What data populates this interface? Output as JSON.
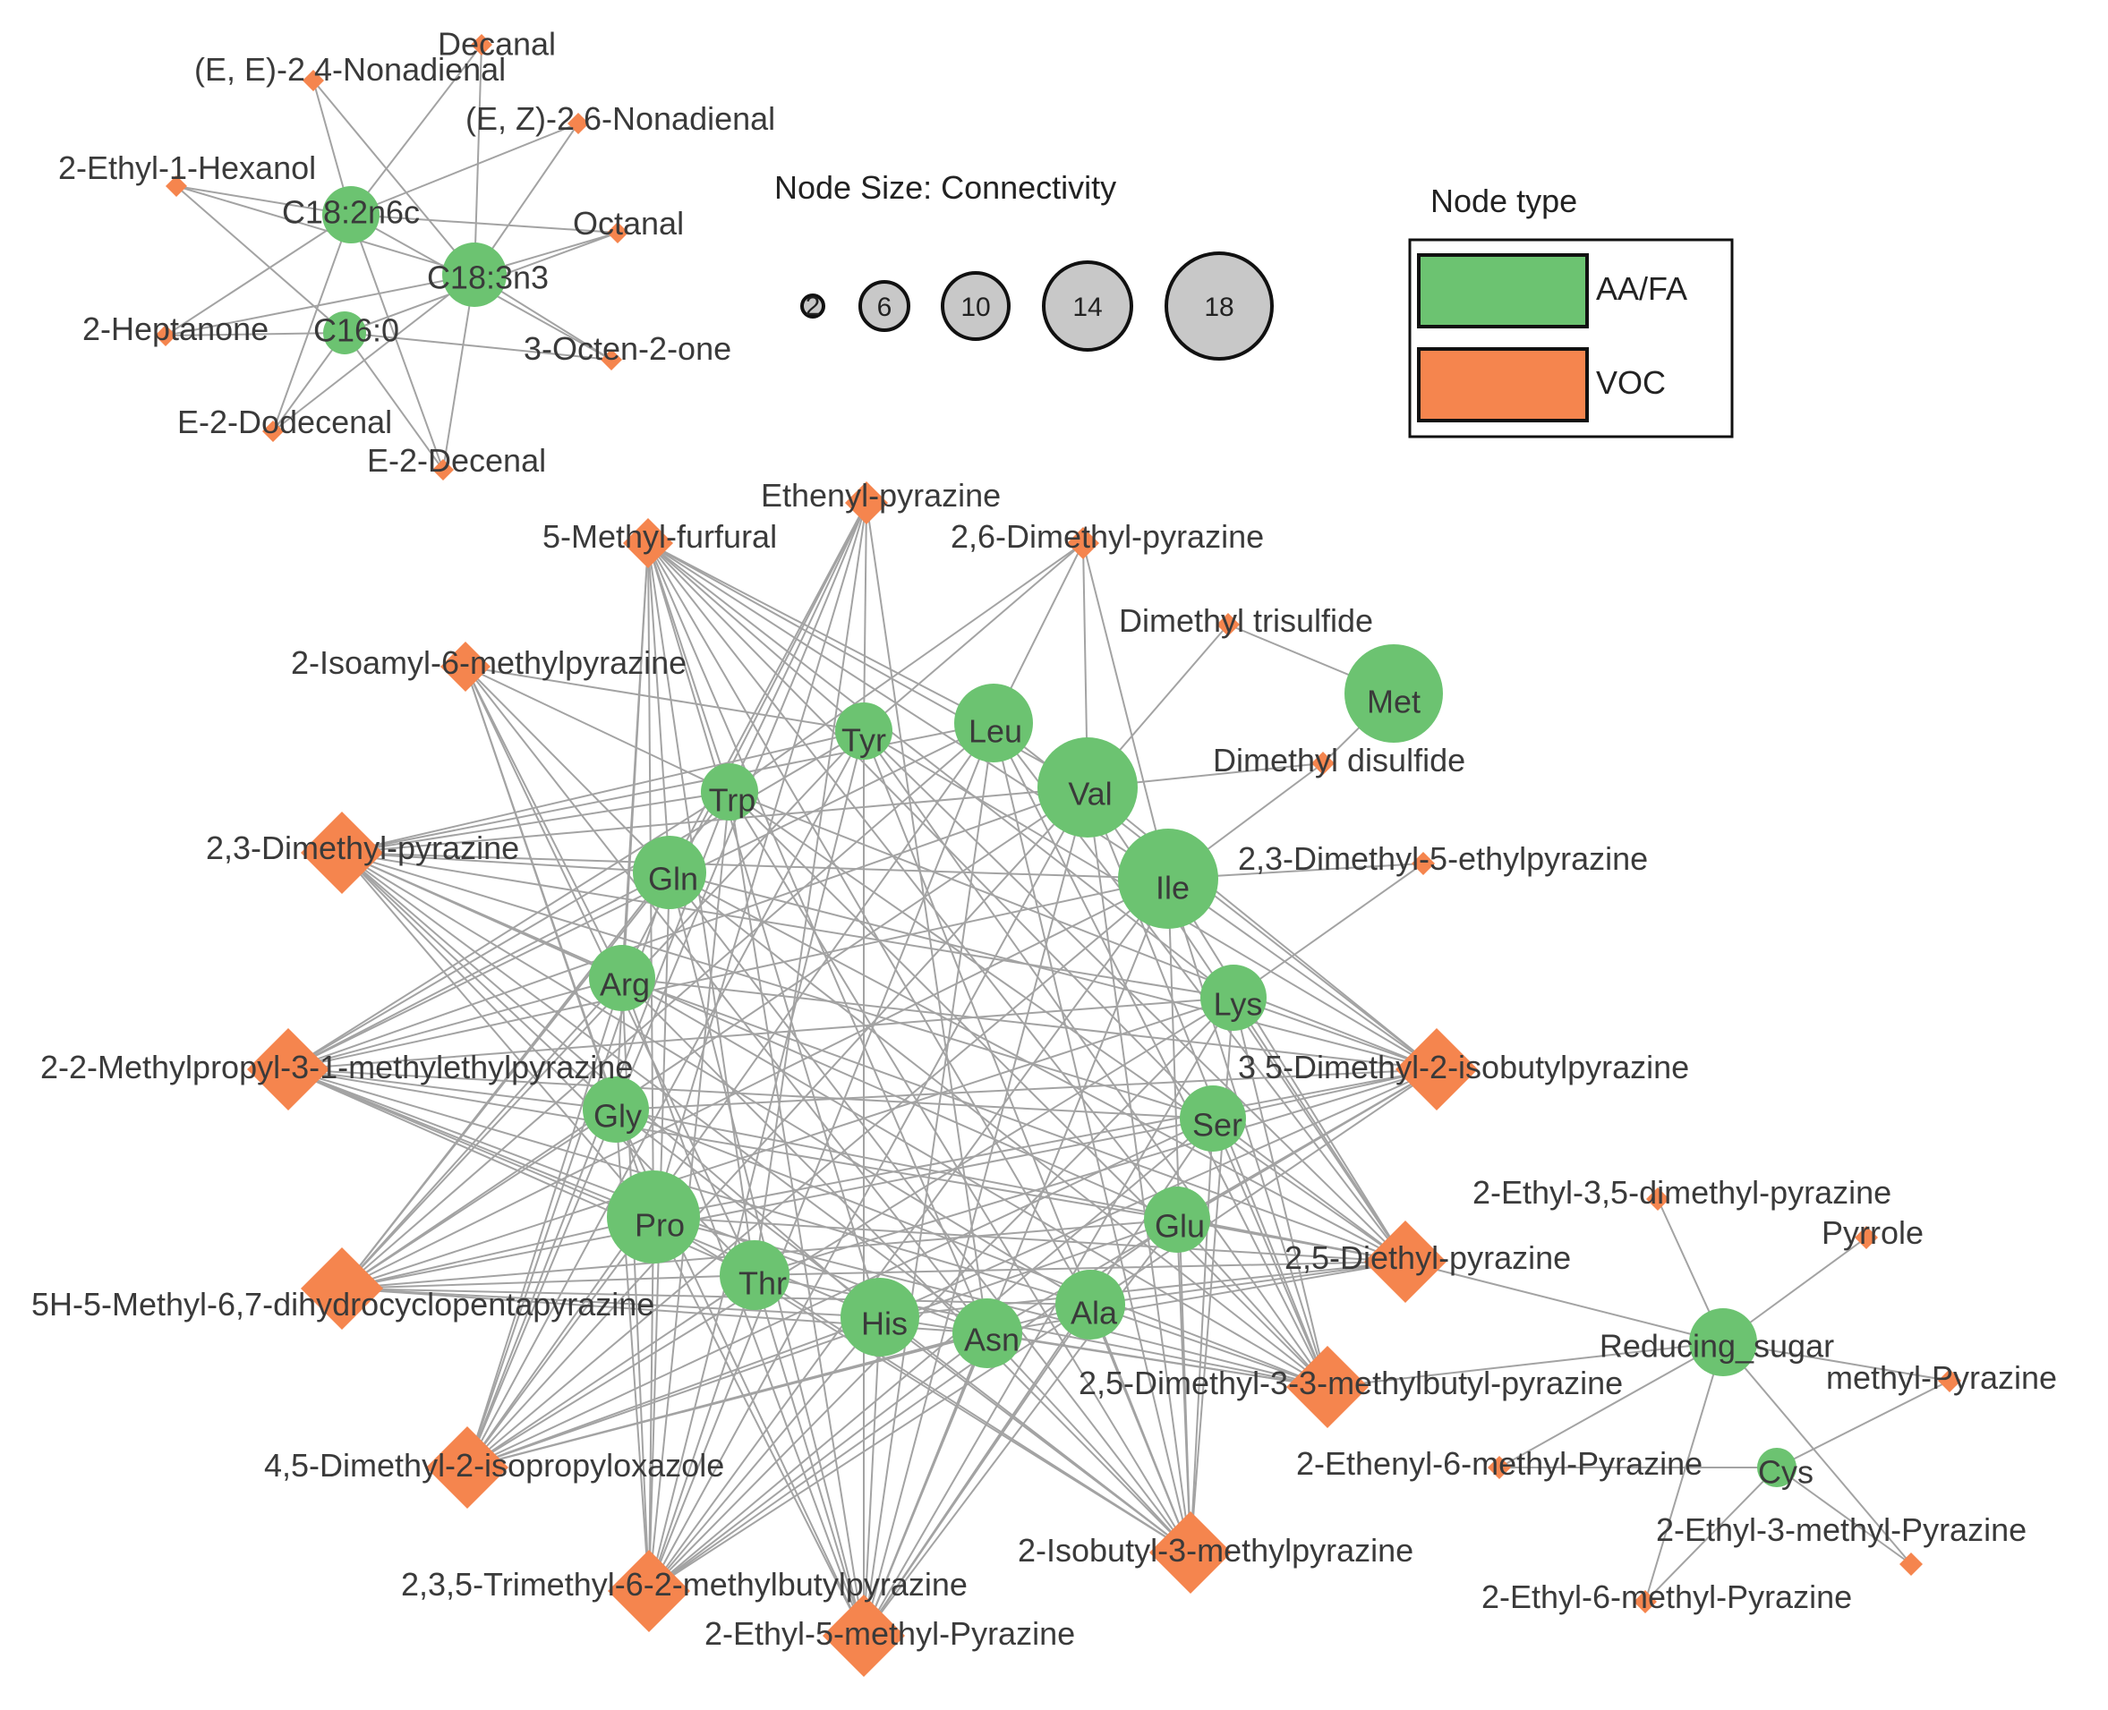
{
  "colors": {
    "aa_fa": "#6cc371",
    "voc": "#f5854e",
    "edge": "#a3a3a3",
    "size_fill": "#c8c8c8"
  },
  "legend": {
    "size_title": "Node Size:  Connectivity",
    "size_values": [
      "2",
      "6",
      "10",
      "14",
      "18"
    ],
    "type_title": "Node type",
    "types": [
      {
        "label": "AA/FA",
        "color": "#6cc371"
      },
      {
        "label": "VOC",
        "color": "#f5854e"
      }
    ]
  },
  "nodes": [
    {
      "id": "c18_2",
      "label": "C18:2n6c",
      "type": "AA/FA"
    },
    {
      "id": "c18_3",
      "label": "C18:3n3",
      "type": "AA/FA"
    },
    {
      "id": "c16",
      "label": "C16:0",
      "type": "AA/FA"
    },
    {
      "id": "decanal",
      "label": "Decanal",
      "type": "VOC"
    },
    {
      "id": "ee24",
      "label": "(E, E)-2 4-Nonadienal",
      "type": "VOC"
    },
    {
      "id": "ez26",
      "label": "(E, Z)-2 6-Nonadienal",
      "type": "VOC"
    },
    {
      "id": "ethylhex",
      "label": "2-Ethyl-1-Hexanol",
      "type": "VOC"
    },
    {
      "id": "octanal",
      "label": "Octanal",
      "type": "VOC"
    },
    {
      "id": "hept",
      "label": "2-Heptanone",
      "type": "VOC"
    },
    {
      "id": "octen",
      "label": "3-Octen-2-one",
      "type": "VOC"
    },
    {
      "id": "dodec",
      "label": "E-2-Dodecenal",
      "type": "VOC"
    },
    {
      "id": "decen",
      "label": "E-2-Decenal",
      "type": "VOC"
    },
    {
      "id": "ethenylpyr",
      "label": "Ethenyl-pyrazine",
      "type": "VOC"
    },
    {
      "id": "methfurf",
      "label": "5-Methyl-furfural",
      "type": "VOC"
    },
    {
      "id": "dmp26",
      "label": "2,6-Dimethyl-pyrazine",
      "type": "VOC"
    },
    {
      "id": "dmts",
      "label": "Dimethyl trisulfide",
      "type": "VOC"
    },
    {
      "id": "isoamyl",
      "label": "2-Isoamyl-6-methylpyrazine",
      "type": "VOC"
    },
    {
      "id": "dmp23",
      "label": "2,3-Dimethyl-pyrazine",
      "type": "VOC"
    },
    {
      "id": "dmds",
      "label": "Dimethyl disulfide",
      "type": "VOC"
    },
    {
      "id": "dmep",
      "label": "2,3-Dimethyl-5-ethylpyrazine",
      "type": "VOC"
    },
    {
      "id": "mpmep",
      "label": "2-2-Methylpropyl-3-1-methylethylpyrazine",
      "type": "VOC"
    },
    {
      "id": "dmib",
      "label": "3 5-Dimethyl-2-isobutylpyrazine",
      "type": "VOC"
    },
    {
      "id": "h5m",
      "label": "5H-5-Methyl-6,7-dihydrocyclopentapyrazine",
      "type": "VOC"
    },
    {
      "id": "dep25",
      "label": "2,5-Diethyl-pyrazine",
      "type": "VOC"
    },
    {
      "id": "dmmb",
      "label": "2,5-Dimethyl-3-3-methylbutyl-pyrazine",
      "type": "VOC"
    },
    {
      "id": "dmiox",
      "label": "4,5-Dimethyl-2-isopropyloxazole",
      "type": "VOC"
    },
    {
      "id": "ibmp",
      "label": "2-Isobutyl-3-methylpyrazine",
      "type": "VOC"
    },
    {
      "id": "tmmb",
      "label": "2,3,5-Trimethyl-6-2-methylbutylpyrazine",
      "type": "VOC"
    },
    {
      "id": "e5mp",
      "label": "2-Ethyl-5-methyl-Pyrazine",
      "type": "VOC"
    },
    {
      "id": "tyr",
      "label": "Tyr",
      "type": "AA/FA"
    },
    {
      "id": "leu",
      "label": "Leu",
      "type": "AA/FA"
    },
    {
      "id": "met",
      "label": "Met",
      "type": "AA/FA"
    },
    {
      "id": "trp",
      "label": "Trp",
      "type": "AA/FA"
    },
    {
      "id": "val",
      "label": "Val",
      "type": "AA/FA"
    },
    {
      "id": "gln",
      "label": "Gln",
      "type": "AA/FA"
    },
    {
      "id": "ile",
      "label": "Ile",
      "type": "AA/FA"
    },
    {
      "id": "arg",
      "label": "Arg",
      "type": "AA/FA"
    },
    {
      "id": "lys",
      "label": "Lys",
      "type": "AA/FA"
    },
    {
      "id": "gly",
      "label": "Gly",
      "type": "AA/FA"
    },
    {
      "id": "ser",
      "label": "Ser",
      "type": "AA/FA"
    },
    {
      "id": "pro",
      "label": "Pro",
      "type": "AA/FA"
    },
    {
      "id": "glu",
      "label": "Glu",
      "type": "AA/FA"
    },
    {
      "id": "thr",
      "label": "Thr",
      "type": "AA/FA"
    },
    {
      "id": "his",
      "label": "His",
      "type": "AA/FA"
    },
    {
      "id": "asn",
      "label": "Asn",
      "type": "AA/FA"
    },
    {
      "id": "ala",
      "label": "Ala",
      "type": "AA/FA"
    },
    {
      "id": "redsug",
      "label": "Reducing_sugar",
      "type": "AA/FA"
    },
    {
      "id": "cys",
      "label": "Cys",
      "type": "AA/FA"
    },
    {
      "id": "e35dmp",
      "label": "2-Ethyl-3,5-dimethyl-pyrazine",
      "type": "VOC"
    },
    {
      "id": "pyrrole",
      "label": "Pyrrole",
      "type": "VOC"
    },
    {
      "id": "methpyr",
      "label": "methyl-Pyrazine",
      "type": "VOC"
    },
    {
      "id": "e6mp",
      "label": "2-Ethenyl-6-methyl-Pyrazine",
      "type": "VOC"
    },
    {
      "id": "e3mp",
      "label": "2-Ethyl-3-methyl-Pyrazine",
      "type": "VOC"
    },
    {
      "id": "et6mp",
      "label": "2-Ethyl-6-methyl-Pyrazine",
      "type": "VOC"
    }
  ]
}
